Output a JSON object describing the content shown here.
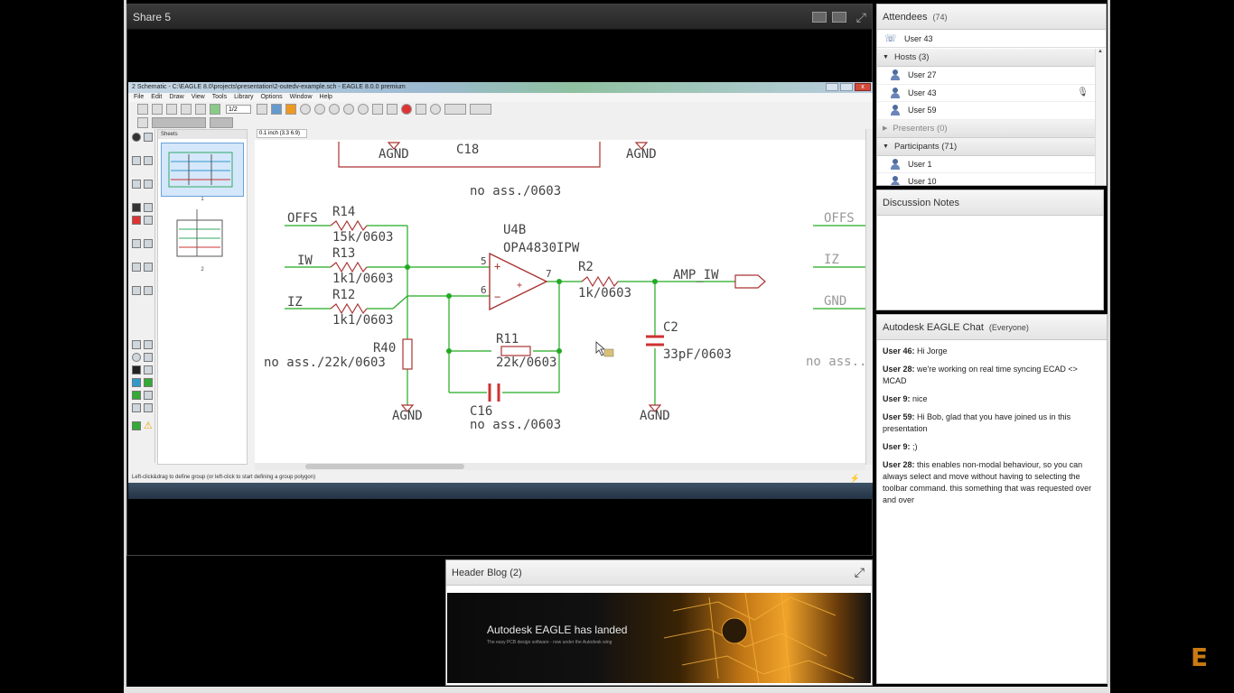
{
  "share": {
    "title": "Share 5"
  },
  "eagle": {
    "window_title": "2 Schematic - C:\\EAGLE 8.0\\projects\\presentation\\2-outedv-example.sch - EAGLE 8.0.0 premium",
    "menu": [
      "File",
      "Edit",
      "Draw",
      "View",
      "Tools",
      "Library",
      "Options",
      "Window",
      "Help"
    ],
    "sheet_select": "1/2",
    "sheets_label": "Sheets",
    "sheet_numbers": [
      "1",
      "2"
    ],
    "coord_readout": "0.1 inch (3.3 6.9)",
    "status": "Left-click&drag to define group (or left-click to start defining a group polygon)",
    "schematic": {
      "labels": {
        "agnd": "AGND",
        "c18": "C18",
        "no_ass_0603": "no ass./0603",
        "offs": "OFFS",
        "iw": "IW",
        "iz": "IZ",
        "gnd": "GND",
        "r14": "R14",
        "r14v": "15k/0603",
        "r13": "R13",
        "r13v": "1k1/0603",
        "r12": "R12",
        "r12v": "1k1/0603",
        "u4b": "U4B",
        "u4bv": "OPA4830IPW",
        "pin5": "5",
        "pin6": "6",
        "pin7": "7",
        "r2": "R2",
        "r2v": "1k/0603",
        "amp_iw": "AMP_IW",
        "c2": "C2",
        "c2v": "33pF/0603",
        "r40": "R40",
        "r40v": "no ass./22k/0603",
        "r11": "R11",
        "r11v": "22k/0603",
        "c16": "C16",
        "c16v": "no ass./0603",
        "no_ass_partial": "no ass.."
      }
    }
  },
  "attendees": {
    "title": "Attendees",
    "count": "(74)",
    "me": "User 43",
    "hosts_label": "Hosts (3)",
    "hosts": [
      "User 27",
      "User 43",
      "User 59"
    ],
    "presenters_label": "Presenters (0)",
    "participants_label": "Participants (71)",
    "participants": [
      "User 1",
      "User 10"
    ]
  },
  "notes": {
    "title": "Discussion Notes"
  },
  "chat": {
    "title": "Autodesk EAGLE Chat",
    "scope": "(Everyone)",
    "messages": [
      {
        "user": "User 46:",
        "text": "Hi Jorge"
      },
      {
        "user": "User 28:",
        "text": "we're working on real time syncing ECAD <> MCAD"
      },
      {
        "user": "User 9:",
        "text": "nice"
      },
      {
        "user": "User 59:",
        "text": "Hi Bob, glad that you have joined us in this presentation"
      },
      {
        "user": "User 9:",
        "text": ";)"
      },
      {
        "user": "User 28:",
        "text": "this enables non-modal behaviour, so you can always select and move without having to selecting the toolbar command.  this something that was requested over and over"
      }
    ]
  },
  "blog": {
    "title": "Header Blog (2)",
    "headline": "Autodesk EAGLE has landed",
    "subline": "The easy PCB design software - now under the Autodesk wing"
  },
  "brand_letter": "E",
  "colors": {
    "net": "#22aa22",
    "part": "#b33",
    "accent": "#c97a12"
  }
}
